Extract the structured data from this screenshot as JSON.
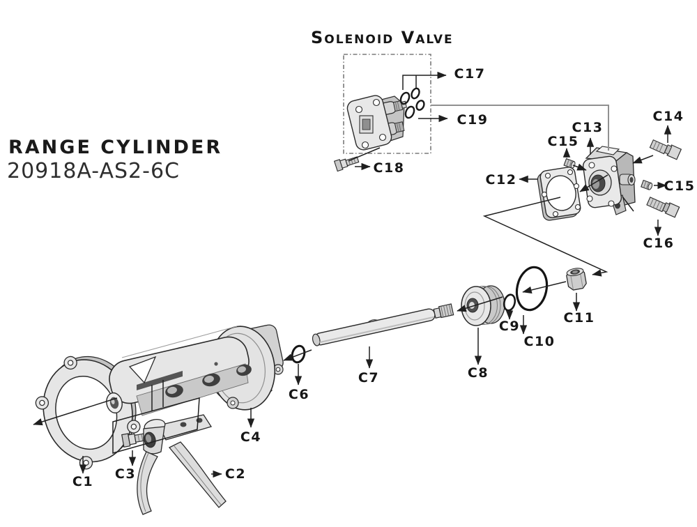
{
  "titles": {
    "solenoid_valve": "Solenoid Valve",
    "range_cylinder": "RANGE CYLINDER",
    "part_number": "20918A-AS2-6C"
  },
  "callouts": {
    "c1": "C1",
    "c2": "C2",
    "c3": "C3",
    "c4": "C4",
    "c6": "C6",
    "c7": "C7",
    "c8": "C8",
    "c9": "C9",
    "c10": "C10",
    "c11": "C11",
    "c12": "C12",
    "c13": "C13",
    "c14": "C14",
    "c15a": "C15",
    "c15b": "C15",
    "c16": "C16",
    "c17": "C17",
    "c18": "C18",
    "c19": "C19"
  },
  "colors": {
    "line": "#1f1f1f",
    "connector_gray": "#909090",
    "part_light": "#e8e8e8",
    "part_mid": "#cfcfcf",
    "part_dark": "#4a4a4a"
  }
}
